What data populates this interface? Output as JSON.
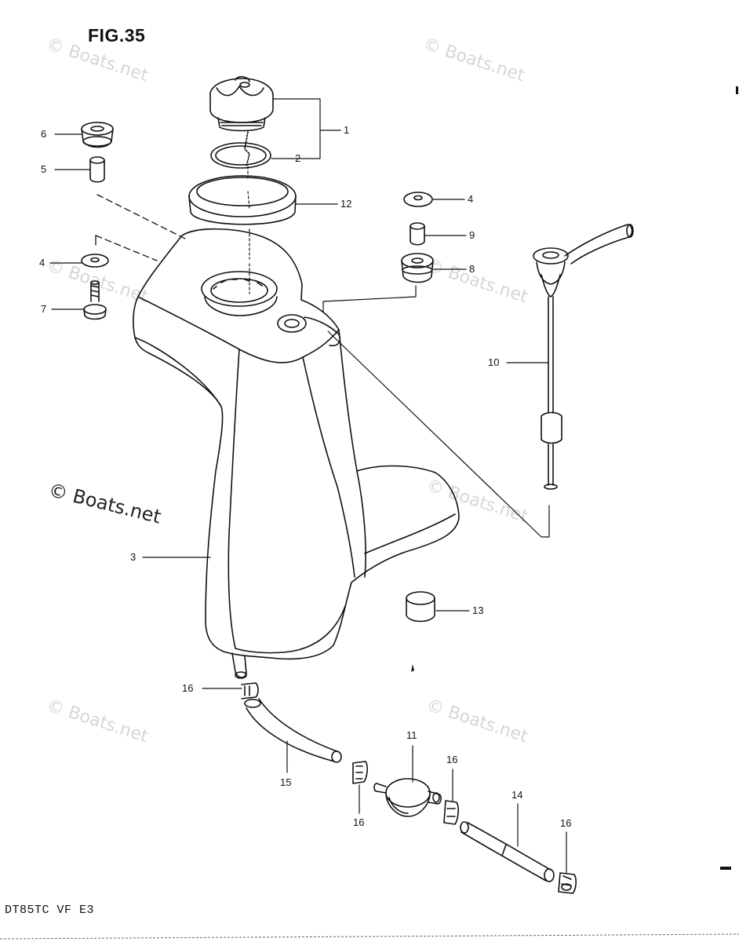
{
  "figure": {
    "title": "FIG.35",
    "model_code": "DT85TC VF E3"
  },
  "watermark": {
    "text": "© Boats.net"
  },
  "callouts": [
    {
      "id": "c1",
      "label": "1"
    },
    {
      "id": "c2",
      "label": "2"
    },
    {
      "id": "c3",
      "label": "3"
    },
    {
      "id": "c4a",
      "label": "4"
    },
    {
      "id": "c4b",
      "label": "4"
    },
    {
      "id": "c5",
      "label": "5"
    },
    {
      "id": "c6",
      "label": "6"
    },
    {
      "id": "c7",
      "label": "7"
    },
    {
      "id": "c8",
      "label": "8"
    },
    {
      "id": "c9",
      "label": "9"
    },
    {
      "id": "c10",
      "label": "10"
    },
    {
      "id": "c11",
      "label": "11"
    },
    {
      "id": "c12",
      "label": "12"
    },
    {
      "id": "c13",
      "label": "13"
    },
    {
      "id": "c14",
      "label": "14"
    },
    {
      "id": "c15",
      "label": "15"
    },
    {
      "id": "c16a",
      "label": "16"
    },
    {
      "id": "c16b",
      "label": "16"
    },
    {
      "id": "c16c",
      "label": "16"
    },
    {
      "id": "c16d",
      "label": "16"
    }
  ]
}
